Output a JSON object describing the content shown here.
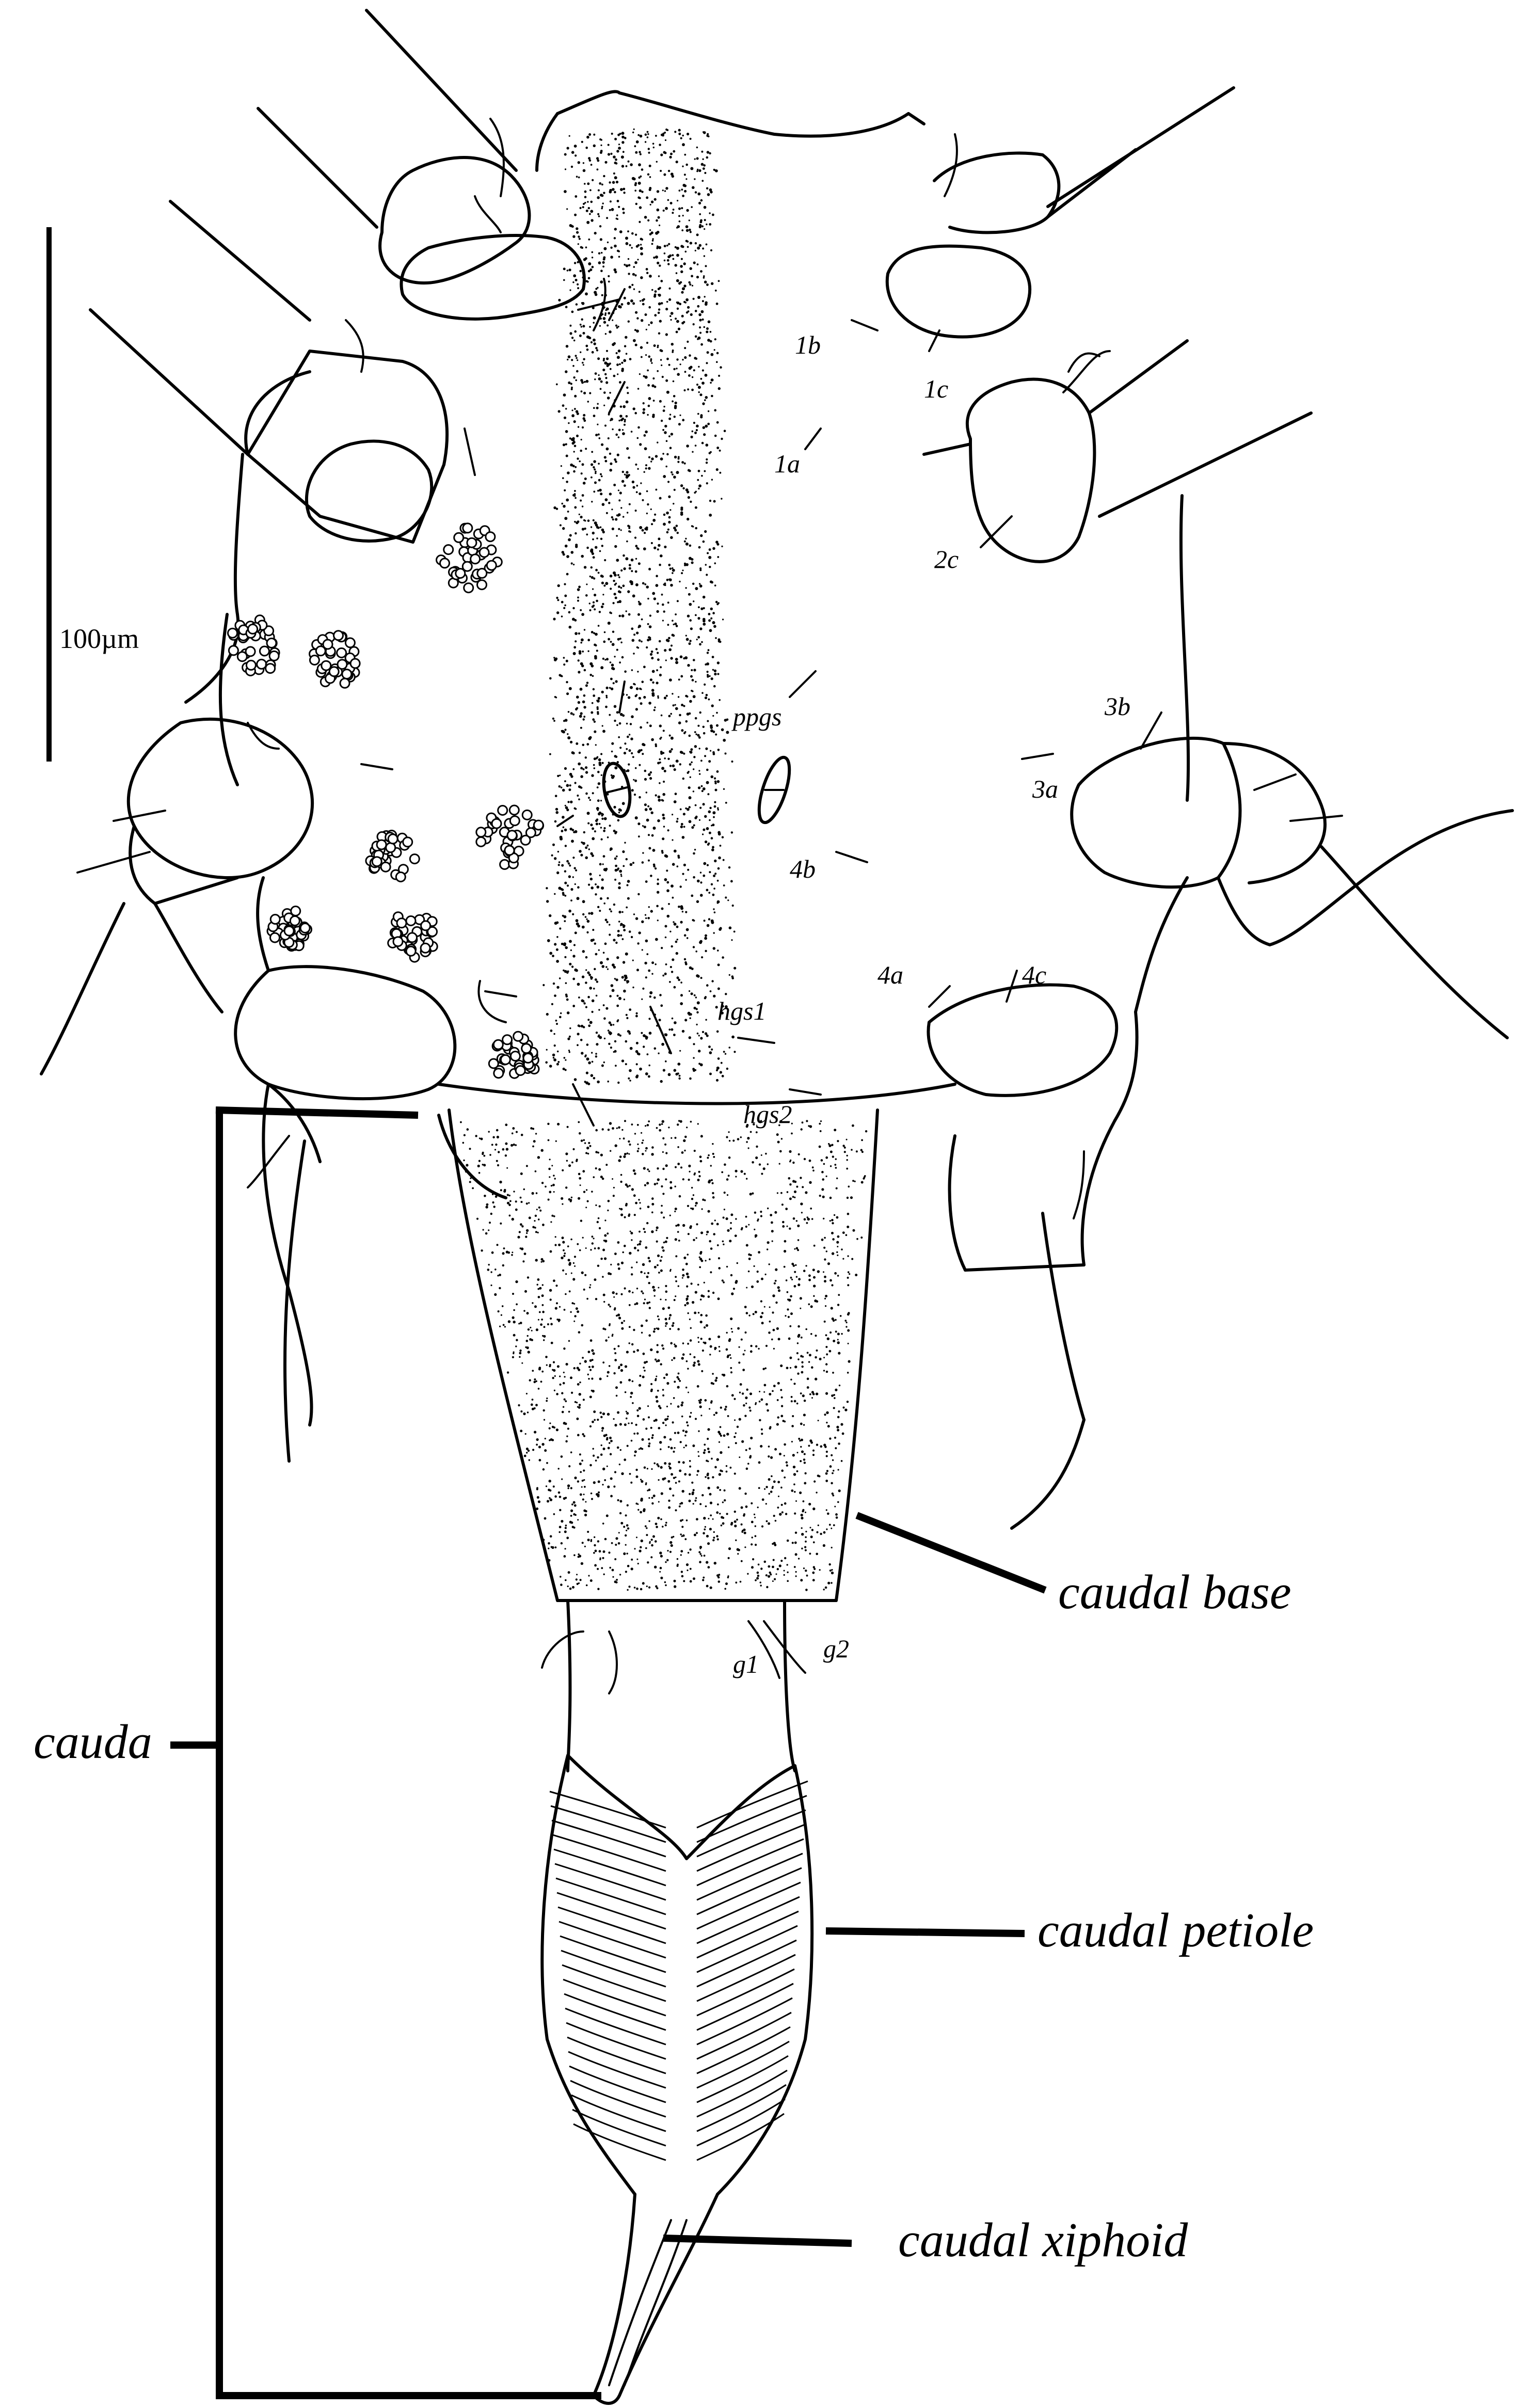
{
  "figure": {
    "scale_bar_label": "100µm",
    "setae_labels": {
      "s1b": "1b",
      "s1c": "1c",
      "s1a": "1a",
      "s2c": "2c",
      "ppgs": "ppgs",
      "s3b": "3b",
      "s3a": "3a",
      "s4b": "4b",
      "s4a": "4a",
      "s4c": "4c",
      "hgs1": "hgs1",
      "hgs2": "hgs2",
      "g1": "g1",
      "g2": "g2"
    },
    "region_labels": {
      "caudal_base": "caudal base",
      "cauda": "cauda",
      "caudal_petiole": "caudal petiole",
      "caudal_xiphoid": "caudal xiphoid"
    }
  }
}
